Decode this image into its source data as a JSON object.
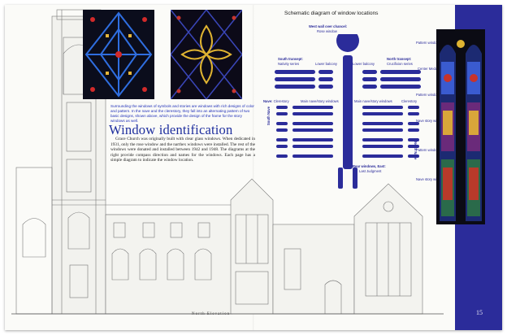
{
  "left": {
    "caption_small": "Surrounding the windows of symbols and stories are windows with rich designs of color and pattern. In the nave and the clerestory, they fall into an alternating pattern of two basic designs, shown above, which provide the design of the frame for the story windows as well.",
    "title": "Window identification",
    "body": "Grace Church was originally built with clear glass windows. When dedicated in 1931, only the rose window and the narthex windows were installed. The rest of the windows were donated and installed between 1942 and 1948. The diagrams at the right provide compass direction and names for the windows. Each page has a simple diagram to indicate the window location.",
    "drawing_caption": "North Elevation"
  },
  "schematic": {
    "title": "Schematic diagram of window locations",
    "west_wall_bold": "West wall over chancel:",
    "west_wall_sub": "Rose window",
    "south_transept_bold": "South transept:",
    "south_transept_sub": "Nativity series",
    "lower_balcony_left": "Lower balcony",
    "lower_balcony_right": "Lower balcony",
    "north_transept_bold": "North transept:",
    "north_transept_sub": "Crucifixion series",
    "nave_label": "Nave:",
    "clerestory_left": "Clerestory",
    "main_nave_left": "Main nave/story windows",
    "main_nave_right": "Main nave/story windows",
    "clerestory_right": "Clerestory",
    "south_nave": "South Nave",
    "north_nave": "North Nave",
    "rear_bold": "Rear windows, East:",
    "rear_sub": "Last Judgment"
  },
  "right_labels": [
    "Pattern windows",
    "Center Medallion",
    "Pattern windows",
    "Nave story windows",
    "Pattern windows",
    "Nave story windows"
  ],
  "page_number": "15",
  "colors": {
    "brand_blue": "#2b2c9a",
    "title_blue": "#1f2f9e"
  }
}
